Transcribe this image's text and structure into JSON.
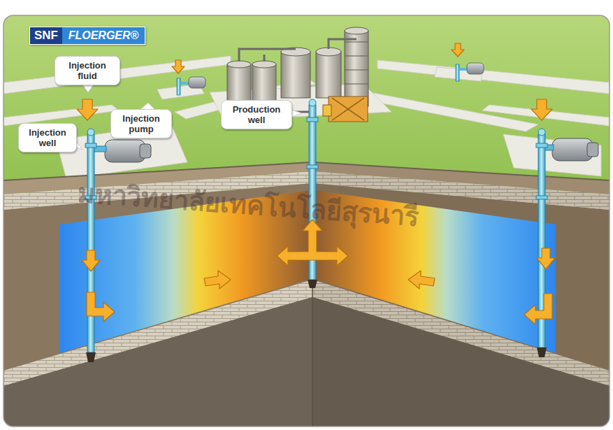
{
  "diagram": {
    "nodes": [
      {
        "text": [
          "SNF",
          "FLOERGER®"
        ]
      },
      {
        "text": [
          "Injection fluid"
        ]
      },
      {
        "text": [
          "Injection pump"
        ]
      },
      {
        "text": [
          "Injection well"
        ]
      },
      {
        "text": [
          "Production well"
        ]
      }
    ],
    "labels": [
      "มหาวิทยาลัยเทคโนโลยีสุรนารี"
    ]
  }
}
